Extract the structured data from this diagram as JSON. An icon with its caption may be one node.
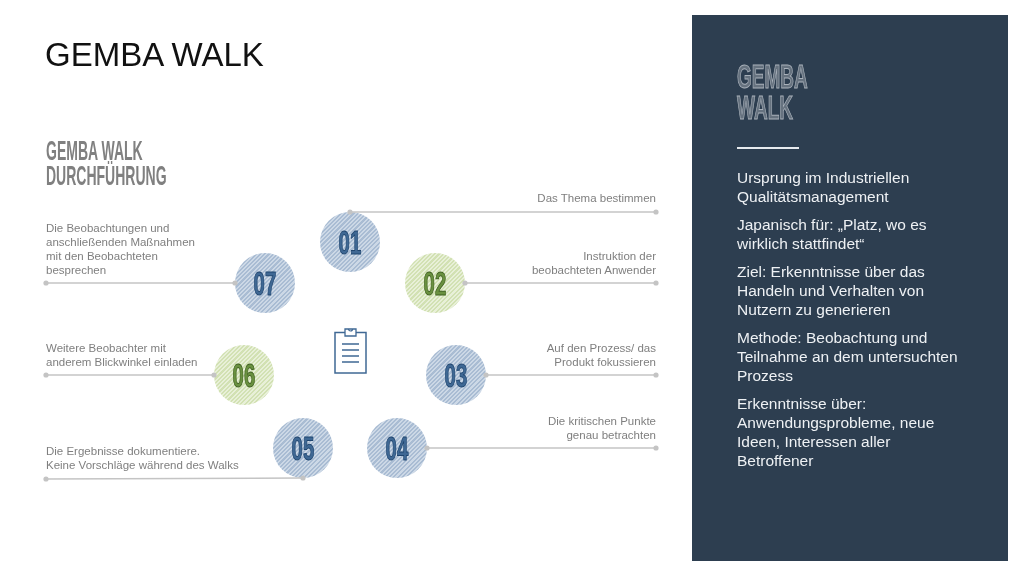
{
  "diagram": {
    "title": "GEMBA WALK",
    "nodes": [
      {
        "text": [
          "01"
        ]
      },
      {
        "text": [
          "Das Thema bestimmen"
        ]
      },
      {
        "text": [
          "02"
        ]
      },
      {
        "text": [
          "Instruktion der beobachteten Anwender"
        ]
      },
      {
        "text": [
          "03"
        ]
      },
      {
        "text": [
          "Auf den Prozess/ das Produkt fokussieren"
        ]
      },
      {
        "text": [
          "04"
        ]
      },
      {
        "text": [
          "Die kritischen Punkte genau betrachten"
        ]
      },
      {
        "text": [
          "05"
        ]
      },
      {
        "text": [
          "Die Ergebnisse dokumentiere.",
          "Keine Vorschläge während des Walks"
        ]
      },
      {
        "text": [
          "06"
        ]
      },
      {
        "text": [
          "Weitere Beobachter mit anderem Blickwinkel einladen"
        ]
      },
      {
        "text": [
          "07"
        ]
      },
      {
        "text": [
          "Die Beobachtungen und anschließenden Maßnahmen mit den Beobachteten besprechen"
        ]
      },
      {
        "text": [
          "GEMBA WALK",
          "Ursprung im Industriellen Qualitätsmanagement",
          "Japanisch für: „Platz, wo es wirklich stattfindet“",
          "Ziel: Erkenntnisse über das Handeln und Verhalten von Nutzern zu generieren",
          "Methode: Beobachtung und Teilnahme an dem untersuchten Prozess",
          "Erkenntnisse über: Anwendungsprobleme, neue Ideen, Interessen aller Betroffener"
        ]
      }
    ],
    "edges": [
      {
        "from": 0,
        "to": 1,
        "arrow": "other"
      },
      {
        "from": 2,
        "to": 3,
        "arrow": "other"
      },
      {
        "from": 4,
        "to": 5,
        "arrow": "other"
      },
      {
        "from": 6,
        "to": 7,
        "arrow": "other"
      },
      {
        "from": 8,
        "to": 9,
        "arrow": "other"
      },
      {
        "from": 10,
        "to": 11,
        "arrow": "other"
      },
      {
        "from": 12,
        "to": 13,
        "arrow": "other"
      }
    ],
    "labels": [
      "GEMBA WALK DURCHFÜHRUNG"
    ]
  }
}
